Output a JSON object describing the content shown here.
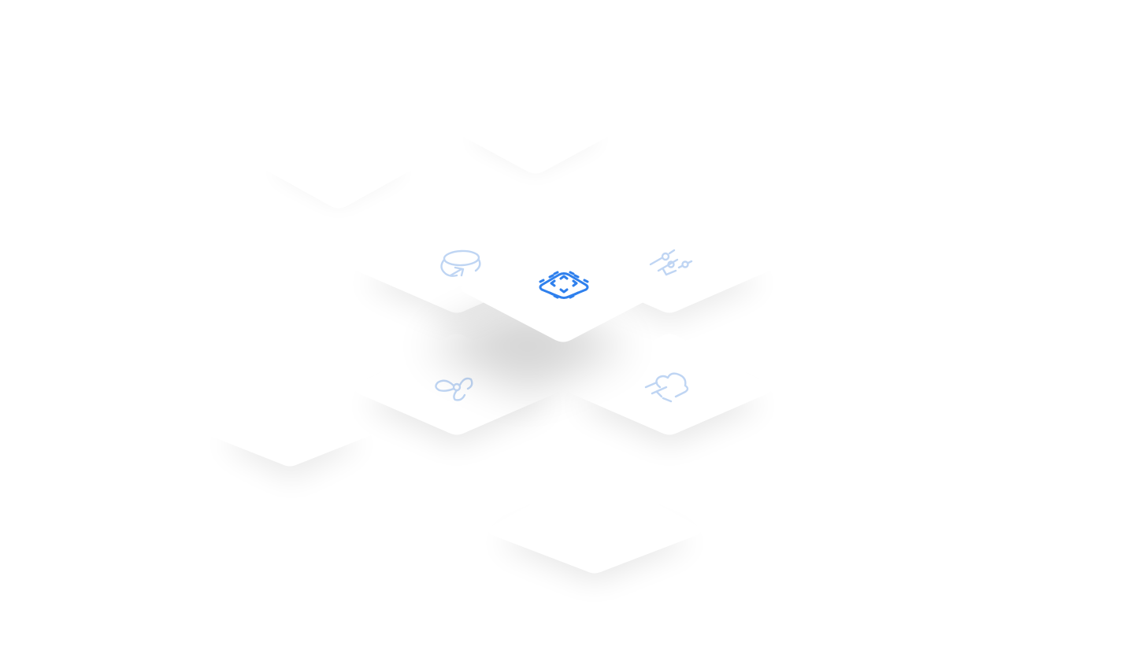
{
  "illustration": {
    "accent_color": "#2F80ED",
    "muted_icon_color": "#BFD5F3",
    "tile_color": "#FFFFFF",
    "shadow_color": "#D8D8D8",
    "tiles": [
      {
        "name": "ghost-tile-top-left",
        "icon": null
      },
      {
        "name": "ghost-tile-top-center",
        "icon": null
      },
      {
        "name": "tile-database-sync",
        "icon": "database-sync-icon"
      },
      {
        "name": "tile-settings-sliders",
        "icon": "settings-sliders-icon"
      },
      {
        "name": "tile-cpu-chip",
        "icon": "cpu-chip-icon",
        "highlighted": true
      },
      {
        "name": "tile-fan",
        "icon": "fan-icon"
      },
      {
        "name": "tile-cloud-wind",
        "icon": "cloud-wind-icon"
      },
      {
        "name": "ghost-tile-bottom-left",
        "icon": null
      },
      {
        "name": "ghost-tile-bottom-center",
        "icon": null
      }
    ]
  }
}
